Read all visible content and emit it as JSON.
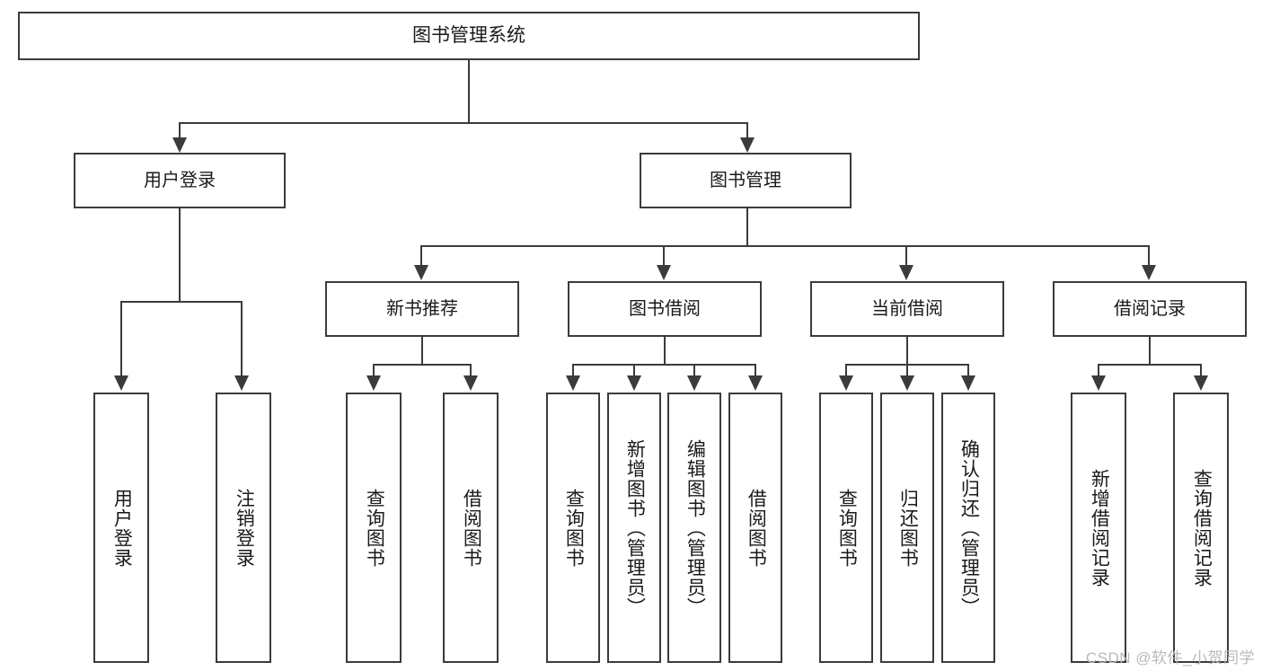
{
  "diagram": {
    "title": "图书管理系统",
    "watermark": "CSDN @软件_小贺同学",
    "root": {
      "label": "图书管理系统"
    },
    "level2": [
      {
        "label": "用户登录"
      },
      {
        "label": "图书管理"
      }
    ],
    "level3": [
      {
        "label": "新书推荐"
      },
      {
        "label": "图书借阅"
      },
      {
        "label": "当前借阅"
      },
      {
        "label": "借阅记录"
      }
    ],
    "leaves": {
      "user_login": [
        {
          "label": "用户登录"
        },
        {
          "label": "注销登录"
        }
      ],
      "new_book": [
        {
          "label": "查询图书"
        },
        {
          "label": "借阅图书"
        }
      ],
      "book_borrow": [
        {
          "label": "查询图书"
        },
        {
          "label": "新增图书（管理员）"
        },
        {
          "label": "编辑图书（管理员）"
        },
        {
          "label": "借阅图书"
        }
      ],
      "current_borrow": [
        {
          "label": "查询图书"
        },
        {
          "label": "归还图书"
        },
        {
          "label": "确认归还（管理员）"
        }
      ],
      "borrow_record": [
        {
          "label": "新增借阅记录"
        },
        {
          "label": "查询借阅记录"
        }
      ]
    }
  },
  "colors": {
    "stroke": "#3b3b3b",
    "text": "#1a1a1a",
    "background": "#ffffff",
    "watermark": "#b9b9b9"
  }
}
